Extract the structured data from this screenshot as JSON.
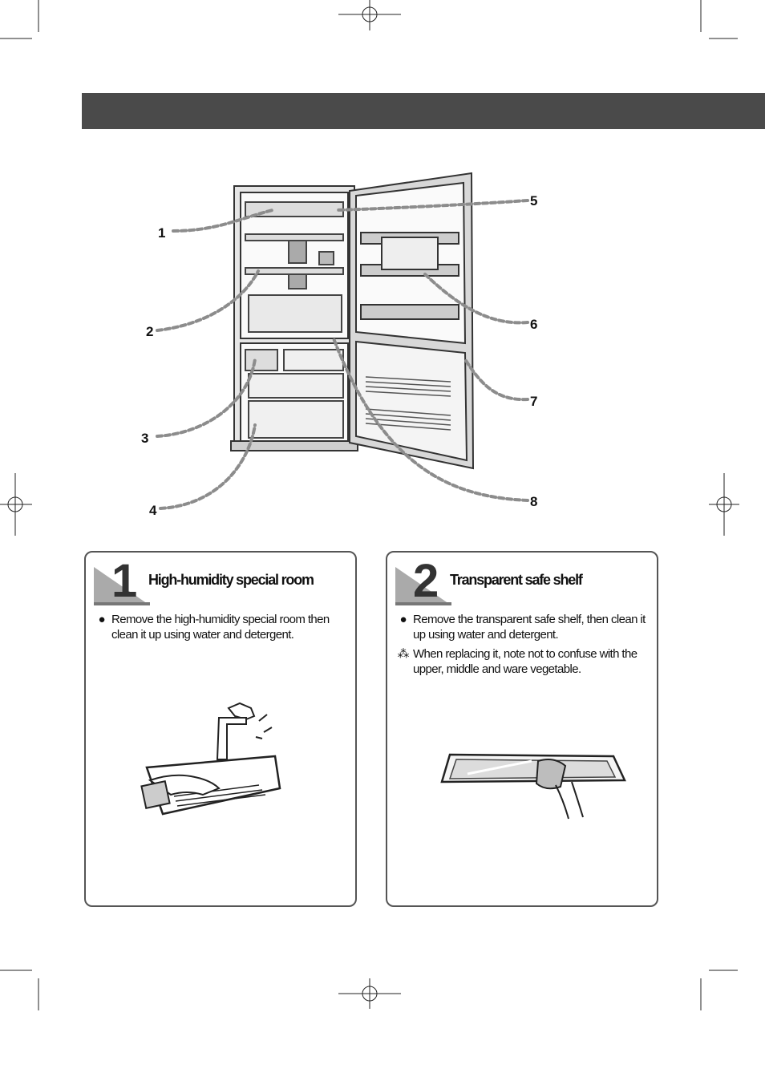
{
  "callouts": [
    "1",
    "2",
    "3",
    "4",
    "5",
    "6",
    "7",
    "8"
  ],
  "panels": [
    {
      "number": "1",
      "title": "High-humidity special room",
      "bullets": [
        {
          "mark": "●",
          "text": "Remove the high-humidity special room then clean it up using water and detergent."
        }
      ],
      "illustration": "cleaning-under-faucet"
    },
    {
      "number": "2",
      "title": "Transparent safe shelf",
      "bullets": [
        {
          "mark": "●",
          "text": "Remove the transparent safe shelf, then clean it up using water and detergent."
        },
        {
          "mark": "⁂",
          "text": "When replacing it, note not to confuse with the upper, middle and ware vegetable."
        }
      ],
      "illustration": "wiping-glass-shelf"
    }
  ],
  "colors": {
    "header_bar": "#4a4a4a",
    "dash_line": "#8c8c8c",
    "panel_border": "#555555"
  }
}
